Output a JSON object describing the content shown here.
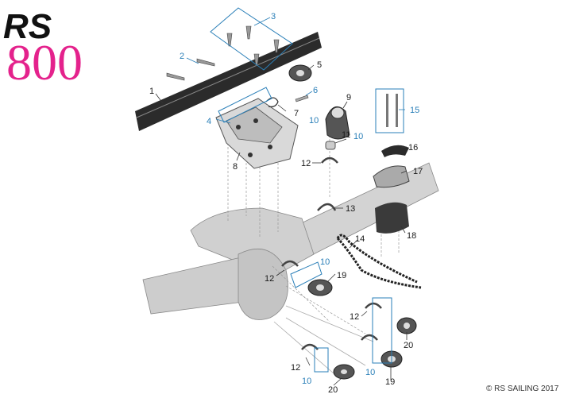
{
  "logo": {
    "brand": "RS",
    "model": "800"
  },
  "copyright": "© RS SAILING 2017",
  "callouts": {
    "c1": "1",
    "c2": "2",
    "c3": "3",
    "c4": "4",
    "c5": "5",
    "c6": "6",
    "c7": "7",
    "c8": "8",
    "c9": "9",
    "c10a": "10",
    "c10b": "10",
    "c10c": "10",
    "c10d": "10",
    "c10e": "10",
    "c11": "11",
    "c12a": "12",
    "c12b": "12",
    "c12c": "12",
    "c12d": "12",
    "c13": "13",
    "c14": "14",
    "c15": "15",
    "c16": "16",
    "c17": "17",
    "c18": "18",
    "c19a": "19",
    "c19b": "19",
    "c20a": "20",
    "c20b": "20"
  },
  "colors": {
    "brand_pink": "#e4228c",
    "callout_blue": "#2a7fb8",
    "part_grey": "#cfcfcf"
  }
}
